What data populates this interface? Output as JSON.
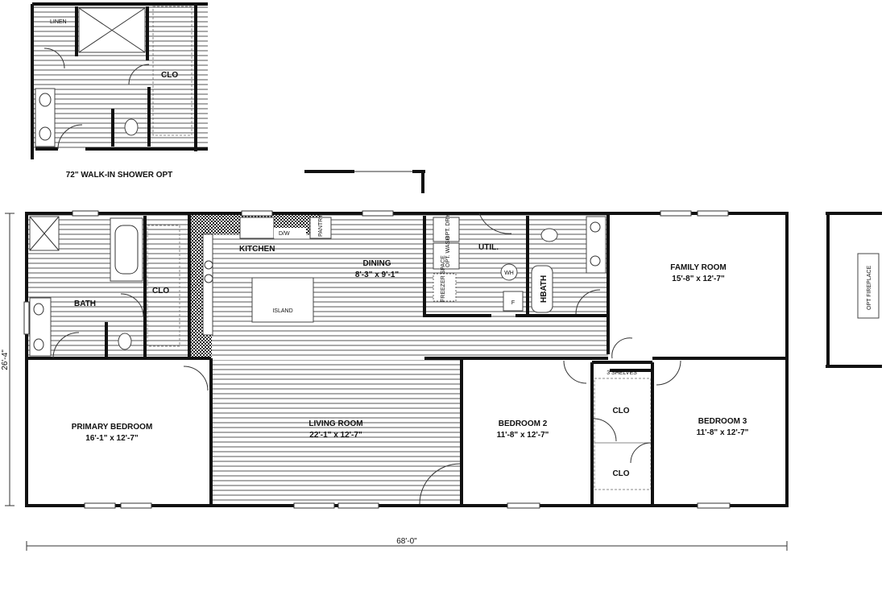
{
  "inset": {
    "caption": "72\" WALK-IN SHOWER OPT",
    "labels": {
      "linen": "LINEN",
      "closet": "CLO"
    }
  },
  "rooms": {
    "bath": {
      "name": "BATH"
    },
    "bath_closet": {
      "name": "CLO"
    },
    "kitchen": {
      "name": "KITCHEN",
      "dw": "D/W",
      "pantry": "PANTRY",
      "island": "ISLAND"
    },
    "dining": {
      "name": "DINING",
      "size": "8'-3\" x  9'-1\""
    },
    "utility": {
      "name": "UTIL.",
      "dryer": "OPT. DRY",
      "washer": "OPT. WASH",
      "freezer": "FREEZER SPACE",
      "water_heater": "WH",
      "furnace": "F"
    },
    "half_bath": {
      "name": "HBATH"
    },
    "family_room": {
      "name": "FAMILY ROOM",
      "size": "15'-8\" x  12'-7\""
    },
    "primary_bedroom": {
      "name": "PRIMARY BEDROOM",
      "size": "16'-1\" x  12'-7\""
    },
    "living_room": {
      "name": "LIVING ROOM",
      "size": "22'-1\" x  12'-7\""
    },
    "bedroom2": {
      "name": "BEDROOM 2",
      "size": "11'-8\" x  12'-7\""
    },
    "bedroom3": {
      "name": "BEDROOM 3",
      "size": "11'-8\" x  12'-7\""
    },
    "closet_a": {
      "name": "CLO"
    },
    "closet_b": {
      "name": "CLO"
    },
    "shelves": {
      "name": "3 SHELVES"
    }
  },
  "options": {
    "fireplace": "OPT FIREPLACE"
  },
  "dimensions": {
    "width": "68'-0\"",
    "depth": "26'-4\""
  }
}
